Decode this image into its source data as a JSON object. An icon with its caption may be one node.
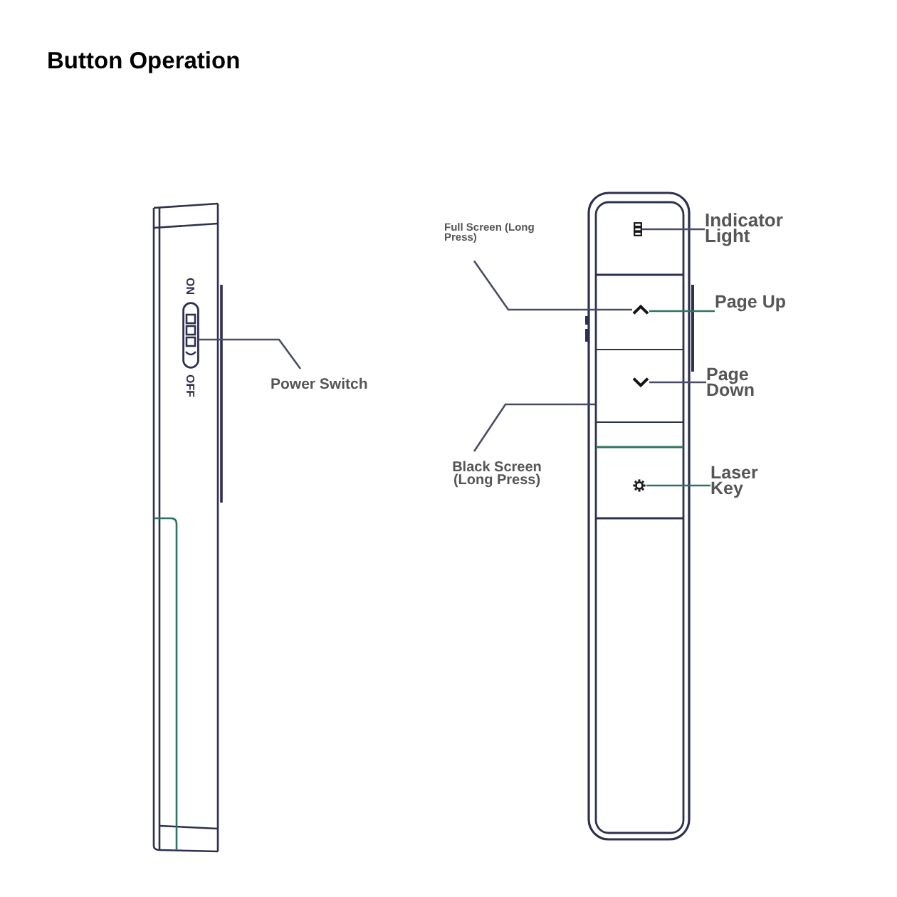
{
  "diagram": {
    "title": "Button Operation",
    "nodes": [
      {
        "text": [
          "Power Switch"
        ]
      },
      {
        "text": [],
        "shape": "picture",
        "beside": [
          "ON",
          "OFF"
        ]
      },
      {
        "text": [
          "Full Screen (Long Press)"
        ]
      },
      {
        "text": [
          "Indicator Light"
        ]
      },
      {
        "text": [],
        "shape": "picture"
      },
      {
        "text": [
          "Page Up"
        ]
      },
      {
        "text": [],
        "shape": "picture"
      },
      {
        "text": [
          "Page Down"
        ]
      },
      {
        "text": [],
        "shape": "box"
      },
      {
        "text": [],
        "shape": "picture",
        "in": 8
      },
      {
        "text": [
          "Black Screen (Long Press)"
        ]
      },
      {
        "text": [
          "Laser Key"
        ]
      },
      {
        "text": [],
        "shape": "picture"
      }
    ],
    "edges": [
      {
        "from": 0,
        "to": 1,
        "arrow": "none"
      },
      {
        "from": 2,
        "to": 6,
        "arrow": "none"
      },
      {
        "from": 3,
        "to": 4,
        "arrow": "none"
      },
      {
        "from": 5,
        "to": 6,
        "arrow": "none",
        "color": "#2f7264"
      },
      {
        "from": 7,
        "to": 9,
        "arrow": "none"
      },
      {
        "from": 10,
        "to": 8,
        "arrow": "none"
      },
      {
        "from": 11,
        "to": 12,
        "arrow": "none",
        "color": "#2f7264"
      }
    ]
  }
}
